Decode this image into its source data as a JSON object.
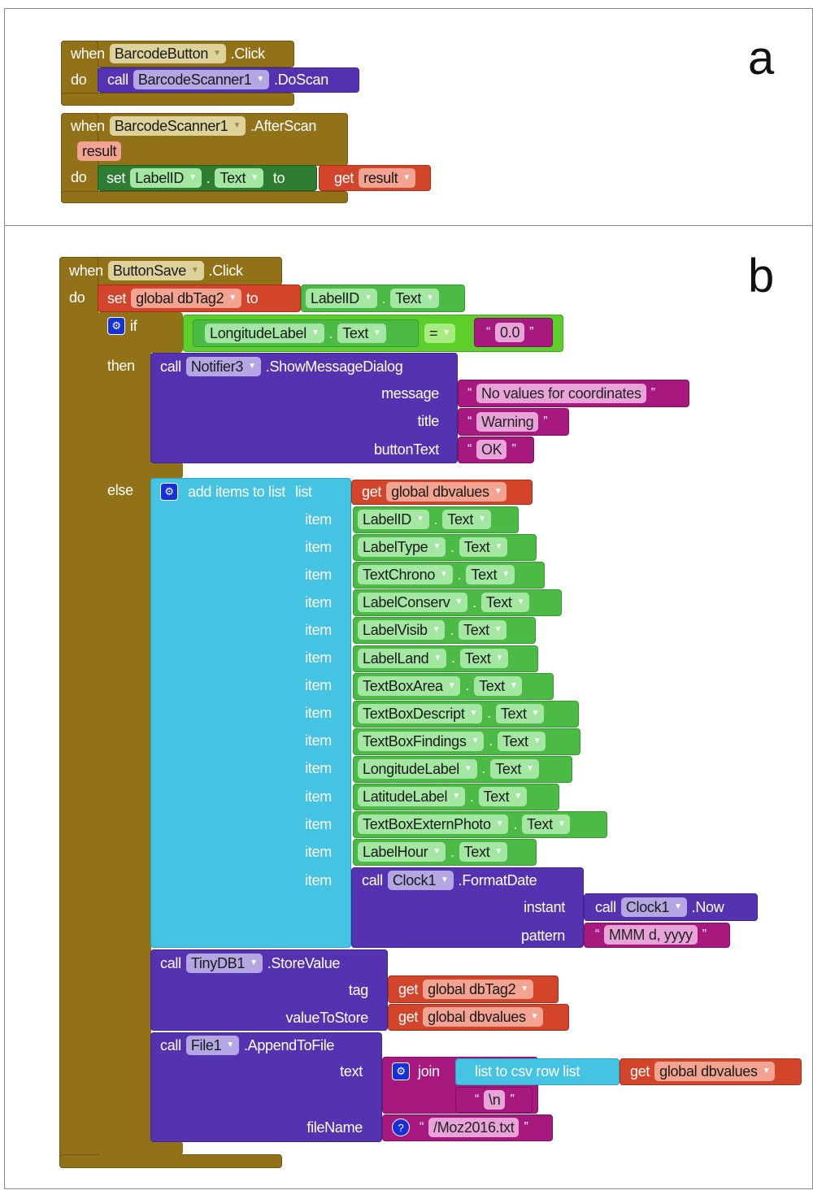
{
  "panels": {
    "a_label": "a",
    "b_label": "b"
  },
  "a": {
    "block1": {
      "when": "when",
      "component": "BarcodeButton",
      "event": ".Click",
      "do": "do",
      "call": "call",
      "target": "BarcodeScanner1",
      "method": ".DoScan"
    },
    "block2": {
      "when": "when",
      "component": "BarcodeScanner1",
      "event": ".AfterScan",
      "param": "result",
      "do": "do",
      "set": "set",
      "target": "LabelID",
      "dot": ".",
      "prop": "Text",
      "to": "to",
      "get": "get",
      "var": "result"
    }
  },
  "b": {
    "event": {
      "when": "when",
      "component": "ButtonSave",
      "event": ".Click",
      "do": "do"
    },
    "set_global": {
      "set": "set",
      "var": "global dbTag2",
      "to": "to",
      "component": "LabelID",
      "dot": ".",
      "prop": "Text"
    },
    "if_block": {
      "if": "if",
      "then": "then",
      "else": "else",
      "component": "LongitudeLabel",
      "dot": ".",
      "prop": "Text",
      "op": "=",
      "value": "0.0"
    },
    "notifier": {
      "call": "call",
      "component": "Notifier3",
      "method": ".ShowMessageDialog",
      "message_label": "message",
      "message": "No values for coordinates",
      "title_label": "title",
      "title": "Warning",
      "button_label": "buttonText",
      "button": "OK"
    },
    "add_items": {
      "label": "add items to list",
      "list_label": "list",
      "get": "get",
      "list_var": "global dbvalues",
      "item_label": "item",
      "items": [
        {
          "component": "LabelID",
          "prop": "Text"
        },
        {
          "component": "LabelType",
          "prop": "Text"
        },
        {
          "component": "TextChrono",
          "prop": "Text"
        },
        {
          "component": "LabelConserv",
          "prop": "Text"
        },
        {
          "component": "LabelVisib",
          "prop": "Text"
        },
        {
          "component": "LabelLand",
          "prop": "Text"
        },
        {
          "component": "TextBoxArea",
          "prop": "Text"
        },
        {
          "component": "TextBoxDescript",
          "prop": "Text"
        },
        {
          "component": "TextBoxFindings",
          "prop": "Text"
        },
        {
          "component": "LongitudeLabel",
          "prop": "Text"
        },
        {
          "component": "LatitudeLabel",
          "prop": "Text"
        },
        {
          "component": "TextBoxExternPhoto",
          "prop": "Text"
        },
        {
          "component": "LabelHour",
          "prop": "Text"
        }
      ]
    },
    "format_date": {
      "call": "call",
      "component": "Clock1",
      "method": ".FormatDate",
      "instant_label": "instant",
      "now_component": "Clock1",
      "now_method": ".Now",
      "pattern_label": "pattern",
      "pattern": "MMM d, yyyy"
    },
    "tinydb": {
      "call": "call",
      "component": "TinyDB1",
      "method": ".StoreValue",
      "tag_label": "tag",
      "get": "get",
      "tag_var": "global dbTag2",
      "value_label": "valueToStore",
      "value_var": "global dbvalues"
    },
    "file": {
      "call": "call",
      "component": "File1",
      "method": ".AppendToFile",
      "text_label": "text",
      "join": "join",
      "csv_label": "list to csv row  list",
      "get": "get",
      "csv_var": "global dbvalues",
      "newline": "\\n",
      "filename_label": "fileName",
      "filename": "/Moz2016.txt"
    },
    "quote_open": "“",
    "quote_close": "”"
  }
}
